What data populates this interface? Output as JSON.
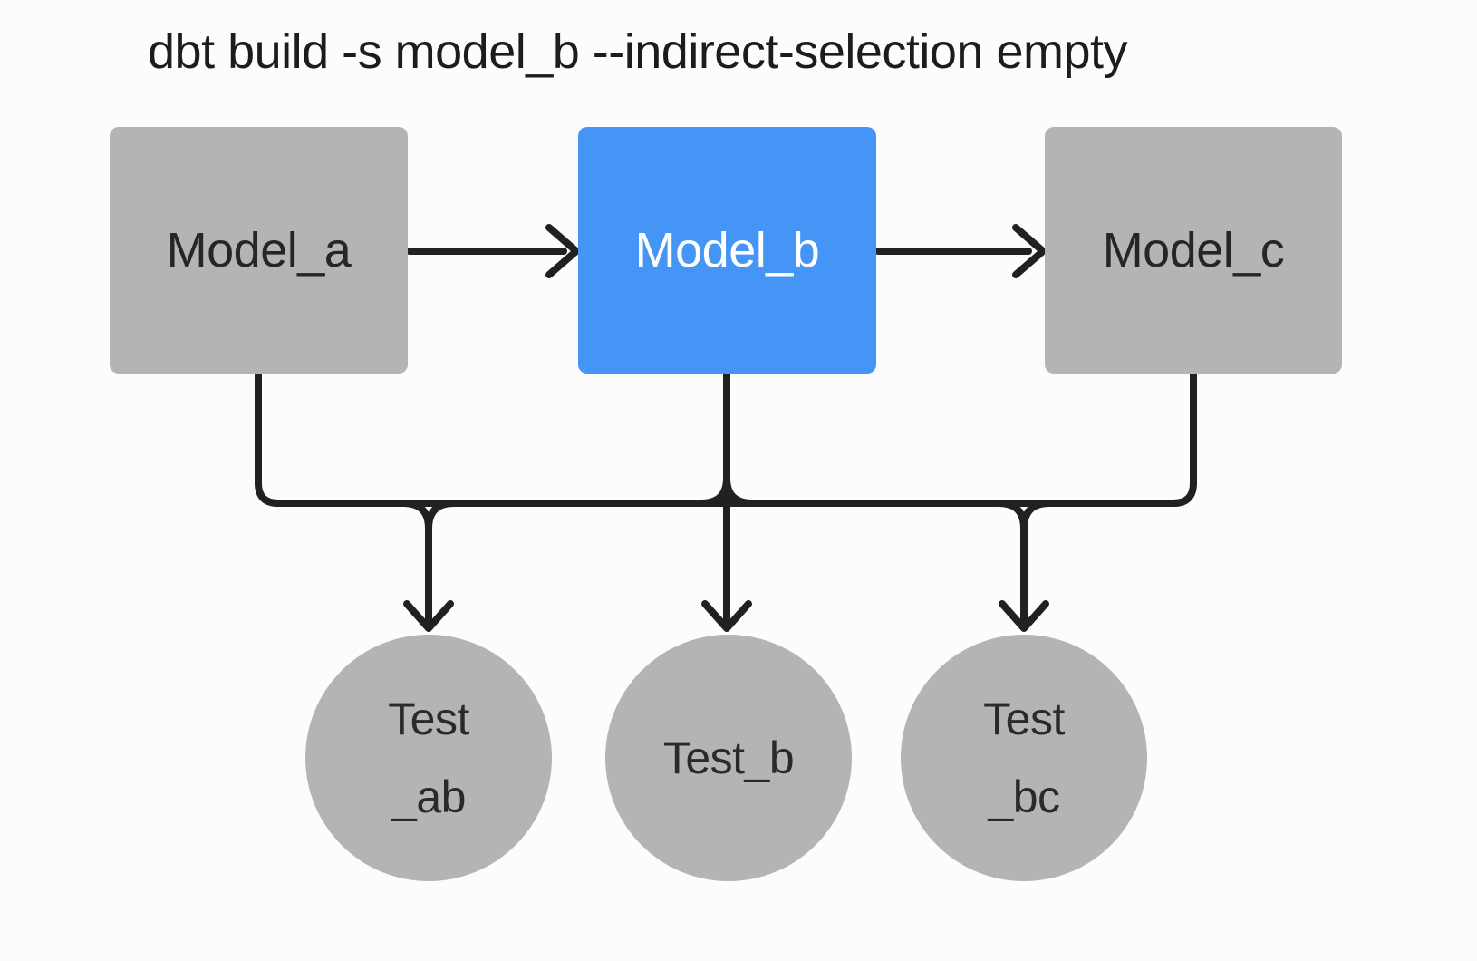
{
  "title": "dbt build -s model_b --indirect-selection empty",
  "selection": {
    "selected_node": "Model_b",
    "indirect_selection_mode": "empty"
  },
  "colors": {
    "selected_node_blue": "#4495f5",
    "unselected_node_gray": "#b4b4b4",
    "edge_dark": "#212121",
    "background": "#fcfcfc",
    "text_dark": "#262626",
    "text_on_blue": "#ffffff"
  },
  "nodes": {
    "model_a": {
      "label": "Model_a",
      "shape": "rect"
    },
    "model_b": {
      "label": "Model_b",
      "shape": "rect"
    },
    "model_c": {
      "label": "Model_c",
      "shape": "rect"
    },
    "test_ab": {
      "line1": "Test",
      "line2": "_ab",
      "shape": "circle"
    },
    "test_b": {
      "label": "Test_b",
      "shape": "circle"
    },
    "test_bc": {
      "line1": "Test",
      "line2": "_bc",
      "shape": "circle"
    }
  },
  "edges": [
    {
      "from": "Model_a",
      "to": "Model_b"
    },
    {
      "from": "Model_b",
      "to": "Model_c"
    },
    {
      "from": "Model_a",
      "to": "Test_ab"
    },
    {
      "from": "Model_b",
      "to": "Test_ab"
    },
    {
      "from": "Model_b",
      "to": "Test_b"
    },
    {
      "from": "Model_b",
      "to": "Test_bc"
    },
    {
      "from": "Model_c",
      "to": "Test_bc"
    }
  ]
}
